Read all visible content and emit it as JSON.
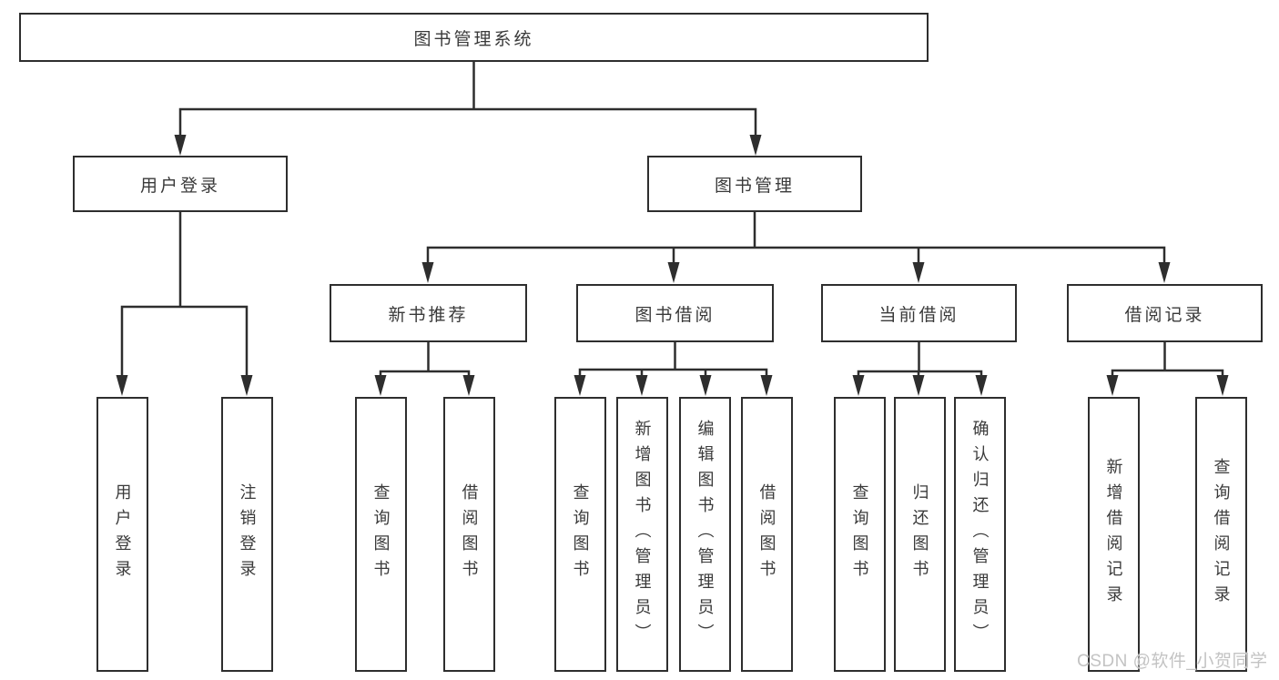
{
  "diagram_type": "functional-structure-tree",
  "tree": {
    "id": "root",
    "label": "图书管理系统",
    "children": [
      {
        "id": "user-login",
        "label": "用户登录",
        "children": [
          {
            "id": "user-login-leaf",
            "label": "用户登录"
          },
          {
            "id": "logout-leaf",
            "label": "注销登录"
          }
        ]
      },
      {
        "id": "book-management",
        "label": "图书管理",
        "children": [
          {
            "id": "new-book-recommend",
            "label": "新书推荐",
            "children": [
              {
                "id": "nb-query-books",
                "label": "查询图书"
              },
              {
                "id": "nb-borrow-books",
                "label": "借阅图书"
              }
            ]
          },
          {
            "id": "book-borrow",
            "label": "图书借阅",
            "children": [
              {
                "id": "bb-query-books",
                "label": "查询图书"
              },
              {
                "id": "bb-add-books-admin",
                "label": "新增图书（管理员）"
              },
              {
                "id": "bb-edit-books-admin",
                "label": "编辑图书（管理员）"
              },
              {
                "id": "bb-borrow-books",
                "label": "借阅图书"
              }
            ]
          },
          {
            "id": "current-borrow",
            "label": "当前借阅",
            "children": [
              {
                "id": "cb-query-books",
                "label": "查询图书"
              },
              {
                "id": "cb-return-books",
                "label": "归还图书"
              },
              {
                "id": "cb-confirm-return-admin",
                "label": "确认归还（管理员）"
              }
            ]
          },
          {
            "id": "borrow-records",
            "label": "借阅记录",
            "children": [
              {
                "id": "br-add-record",
                "label": "新增借阅记录"
              },
              {
                "id": "br-query-record",
                "label": "查询借阅记录"
              }
            ]
          }
        ]
      }
    ]
  },
  "watermark": {
    "text": "CSDN @软件_小贺同学"
  },
  "colors": {
    "line": "#2e2e2e",
    "text": "#3a3a3a",
    "watermark": "#c3c3c3",
    "background": "#ffffff"
  }
}
